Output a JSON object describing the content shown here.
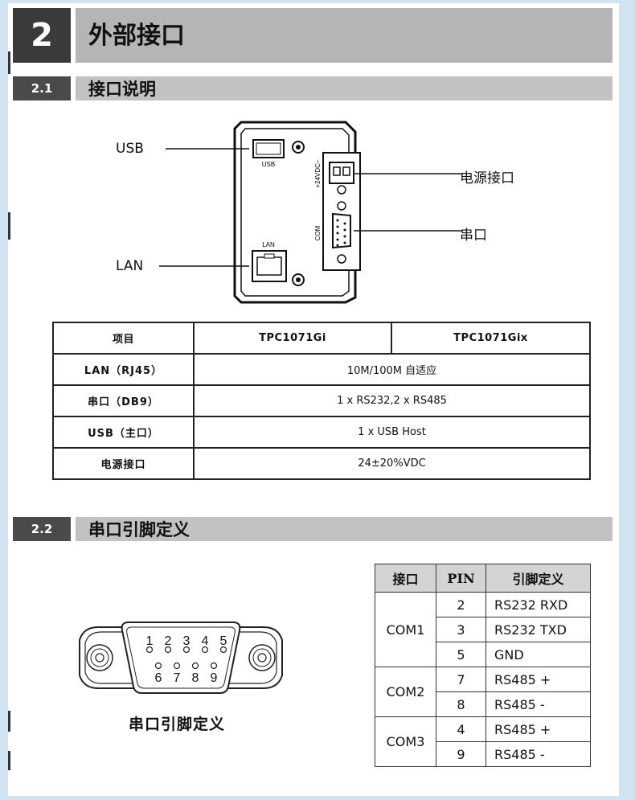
{
  "chapter": {
    "number": "2",
    "title": "外部接口"
  },
  "section1": {
    "number": "2.1",
    "title": "接口说明"
  },
  "section2": {
    "number": "2.2",
    "title": "串口引脚定义"
  },
  "device": {
    "usb_callout": "USB",
    "lan_callout": "LAN",
    "power_callout": "电源接口",
    "serial_callout": "串口",
    "usb_port_label": "USB",
    "lan_port_label": "LAN",
    "power_port_label": "+24VDC−",
    "com_port_label": "COM"
  },
  "spec_table": {
    "headers": [
      "项目",
      "TPC1071Gi",
      "TPC1071Gix"
    ],
    "rows": [
      {
        "item": "LAN（RJ45）",
        "value": "10M/100M 自适应"
      },
      {
        "item": "串口（DB9）",
        "value": "1 x RS232,2 x RS485"
      },
      {
        "item": "USB（主口）",
        "value": "1 x USB Host"
      },
      {
        "item": "电源接口",
        "value": "24±20%VDC"
      }
    ]
  },
  "db9": {
    "top_pins": [
      "1",
      "2",
      "3",
      "4",
      "5"
    ],
    "bottom_pins": [
      "6",
      "7",
      "8",
      "9"
    ],
    "caption": "串口引脚定义"
  },
  "pin_table": {
    "headers": [
      "接口",
      "PIN",
      "引脚定义"
    ],
    "groups": [
      {
        "port": "COM1",
        "pins": [
          {
            "pin": "2",
            "def": "RS232 RXD"
          },
          {
            "pin": "3",
            "def": "RS232 TXD"
          },
          {
            "pin": "5",
            "def": "GND"
          }
        ]
      },
      {
        "port": "COM2",
        "pins": [
          {
            "pin": "7",
            "def": "RS485  +"
          },
          {
            "pin": "8",
            "def": "RS485  -"
          }
        ]
      },
      {
        "port": "COM3",
        "pins": [
          {
            "pin": "4",
            "def": "RS485  +"
          },
          {
            "pin": "9",
            "def": "RS485  -"
          }
        ]
      }
    ]
  }
}
